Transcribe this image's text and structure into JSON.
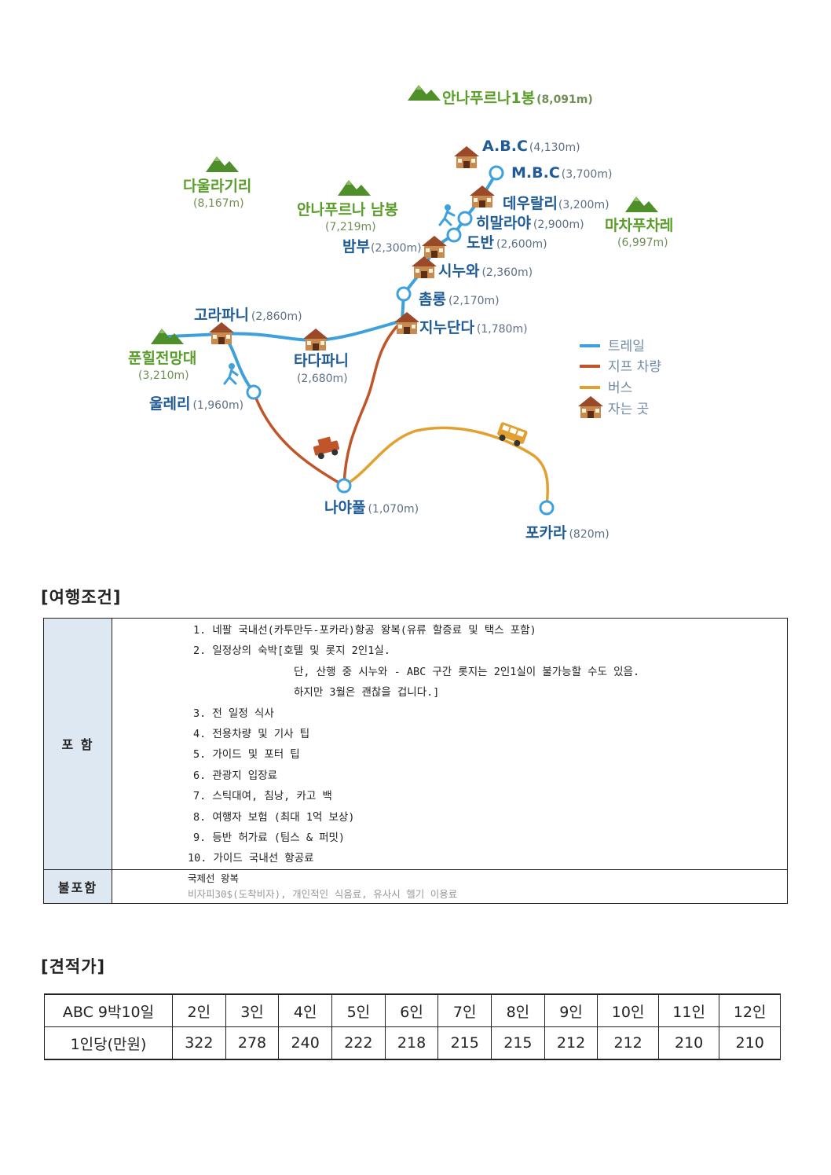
{
  "map": {
    "peaks": [
      {
        "name": "안나푸르나1봉",
        "alt": "(8,091m)"
      },
      {
        "name": "다울라기리",
        "alt": "(8,167m)"
      },
      {
        "name": "안나푸르나 남봉",
        "alt": "(7,219m)"
      },
      {
        "name": "마차푸차레",
        "alt": "(6,997m)"
      },
      {
        "name": "푼힐전망대",
        "alt": "(3,210m)"
      }
    ],
    "stops": [
      {
        "name": "A.B.C",
        "alt": "(4,130m)"
      },
      {
        "name": "M.B.C",
        "alt": "(3,700m)"
      },
      {
        "name": "데우랄리",
        "alt": "(3,200m)"
      },
      {
        "name": "히말라야",
        "alt": "(2,900m)"
      },
      {
        "name": "도반",
        "alt": "(2,600m)"
      },
      {
        "name": "밤부",
        "alt": "(2,300m)"
      },
      {
        "name": "시누와",
        "alt": "(2,360m)"
      },
      {
        "name": "촘롱",
        "alt": "(2,170m)"
      },
      {
        "name": "지누단다",
        "alt": "(1,780m)"
      },
      {
        "name": "고라파니",
        "alt": "(2,860m)"
      },
      {
        "name": "타다파니",
        "alt": "(2,680m)"
      },
      {
        "name": "울레리",
        "alt": "(1,960m)"
      },
      {
        "name": "나야풀",
        "alt": "(1,070m)"
      },
      {
        "name": "포카라",
        "alt": "(820m)"
      }
    ],
    "legend": [
      {
        "label": "트레일",
        "color": "#3ea1dc"
      },
      {
        "label": "지프 차량",
        "color": "#c0552a"
      },
      {
        "label": "버스",
        "color": "#e2a030"
      },
      {
        "label": "자는 곳",
        "icon": "lodge-icon"
      }
    ],
    "colors": {
      "trail": "#3ea1dc",
      "jeep": "#c0552a",
      "bus": "#e2a030",
      "peak": "#4f8f2a",
      "label": "#1f5b97"
    }
  },
  "conditions": {
    "title": "[여행조건]",
    "included_header": "포 함",
    "included": [
      "1. 네팔 국내선(카투만두-포카라)항공 왕복(유류 할증료 및 택스 포함)",
      "2. 일정상의 숙박[호텔 및 롯지 2인1실.",
      "단, 산행 중 시누와 - ABC 구간 롯지는 2인1실이 불가능할 수도 있음.",
      "하지만 3월은 괜찮을 겁니다.]",
      "3. 전 일정 식사",
      "4. 전용차량 및 기사 팁",
      "5. 가이드 및 포터 팁",
      "6. 관광지 입장료",
      "7. 스틱대여, 침낭, 카고 백",
      "8. 여행자 보험 (최대 1억 보상)",
      "9. 등반 허가료 (팀스 & 퍼밋)",
      "10. 가이드 국내선 항공료"
    ],
    "excluded_header": "불포함",
    "excluded": [
      "국제선 왕복",
      "비자피30$(도착비자), 개인적인 식음료, 유사시 헬기 이용료"
    ]
  },
  "quote": {
    "title": "[견적가]",
    "header_label": "ABC 9박10일",
    "row_label": "1인당(만원)",
    "groups": [
      "2인",
      "3인",
      "4인",
      "5인",
      "6인",
      "7인",
      "8인",
      "9인",
      "10인",
      "11인",
      "12인"
    ],
    "prices": [
      "322",
      "278",
      "240",
      "222",
      "218",
      "215",
      "215",
      "212",
      "212",
      "210",
      "210"
    ]
  }
}
